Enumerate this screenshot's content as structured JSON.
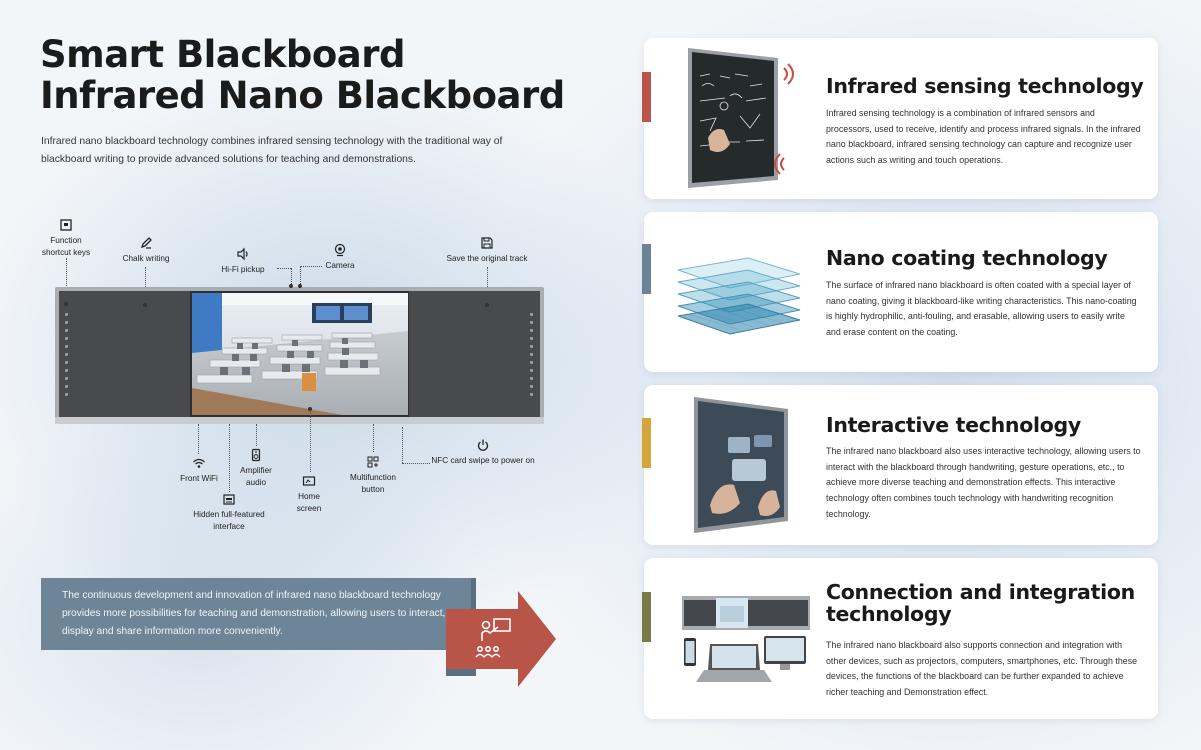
{
  "header": {
    "title_line1": "Smart Blackboard",
    "title_line2": "Infrared Nano Blackboard",
    "intro": "Infrared nano blackboard technology combines infrared sensing technology with the traditional way of blackboard writing to provide advanced solutions for teaching and demonstrations."
  },
  "diagram": {
    "top_features": [
      {
        "id": "shortcut",
        "label": "Function shortcut keys",
        "icon": "shortcut-key-icon"
      },
      {
        "id": "chalk",
        "label": "Chalk writing",
        "icon": "pen-icon"
      },
      {
        "id": "hifi",
        "label": "Hi-Fi pickup",
        "icon": "speaker-icon"
      },
      {
        "id": "camera",
        "label": "Camera",
        "icon": "camera-icon"
      },
      {
        "id": "save",
        "label": "Save the original track",
        "icon": "save-icon"
      }
    ],
    "bottom_features": [
      {
        "id": "wifi",
        "label": "Front WiFi",
        "icon": "wifi-icon"
      },
      {
        "id": "interface",
        "label": "Hidden full-featured interface",
        "icon": "interface-icon"
      },
      {
        "id": "amplifier",
        "label": "Amplifier audio",
        "icon": "amplifier-icon"
      },
      {
        "id": "home",
        "label": "Home screen",
        "icon": "home-screen-icon"
      },
      {
        "id": "multifunction",
        "label": "Multifunction button",
        "icon": "multifunction-icon"
      },
      {
        "id": "nfc",
        "label": "NFC card swipe to power on",
        "icon": "power-icon"
      }
    ]
  },
  "banner": {
    "text": "The continuous development and innovation of infrared nano blackboard technology provides more possibilities for teaching and demonstration, allowing users to interact, display and share information more conveniently.",
    "icon": "teacher-presentation-icon"
  },
  "cards": [
    {
      "title": "Infrared sensing technology",
      "body": "Infrared sensing technology is a combination of infrared sensors and processors, used to receive, identify and process infrared signals. In the infrared nano blackboard, infrared sensing technology can capture and recognize user actions such as writing and touch operations.",
      "accent": "#b85448"
    },
    {
      "title": "Nano coating technology",
      "body": " The surface of infrared nano blackboard is often coated with a special layer of nano coating, giving it blackboard-like writing characteristics. This nano-coating is highly hydrophilic, anti-fouling, and erasable, allowing users to easily write and erase content on the coating.",
      "accent": "#6c8296"
    },
    {
      "title": "Interactive technology",
      "body": "The infrared nano blackboard also uses interactive technology, allowing users to interact with the blackboard through handwriting, gesture operations, etc., to achieve more diverse teaching and demonstration effects. This interactive technology often combines touch technology with handwriting recognition technology.",
      "accent": "#d4a53a"
    },
    {
      "title": "Connection and integration technology",
      "body": " The infrared nano blackboard also supports connection and integration with other devices, such as projectors, computers, smartphones, etc. Through these devices, the functions of the blackboard can be further expanded to achieve richer teaching and Demonstration effect.",
      "accent": "#7a7a48"
    }
  ],
  "colors": {
    "banner": "#6e8598",
    "arrow": "#b85448",
    "title": "#1b1b1b"
  }
}
